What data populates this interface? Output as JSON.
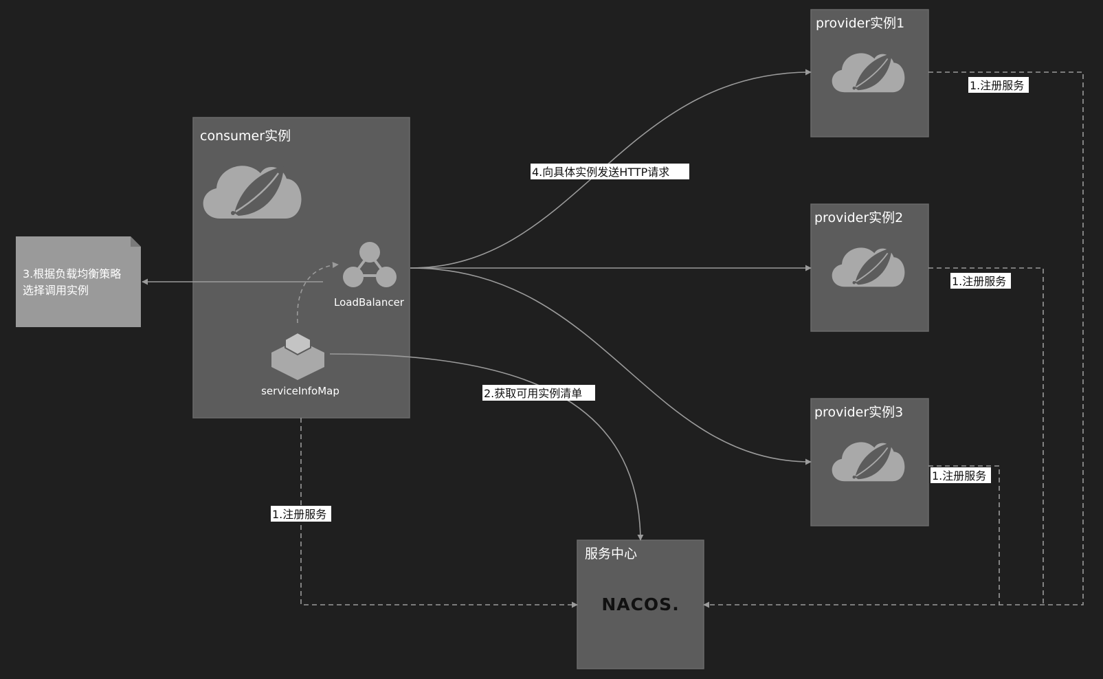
{
  "consumer": {
    "title": "consumer实例",
    "load_balancer_label": "LoadBalancer",
    "service_info_map_label": "serviceInfoMap"
  },
  "note": {
    "line1": "3.根据负载均衡策略",
    "line2": "选择调用实例"
  },
  "providers": [
    {
      "title": "provider实例1"
    },
    {
      "title": "provider实例2"
    },
    {
      "title": "provider实例3"
    }
  ],
  "registry": {
    "title": "服务中心",
    "logo_text": "NACOS."
  },
  "edges": {
    "register": "1.注册服务",
    "fetch_instances": "2.获取可用实例清单",
    "send_http": "4.向具体实例发送HTTP请求"
  },
  "colors": {
    "background": "#1f1f1f",
    "box_fill": "#5c5c5c",
    "note_fill": "#9a9a9a",
    "line": "#9b9b9b",
    "icon": "#a9a9a9",
    "label_bg": "#ffffff"
  }
}
